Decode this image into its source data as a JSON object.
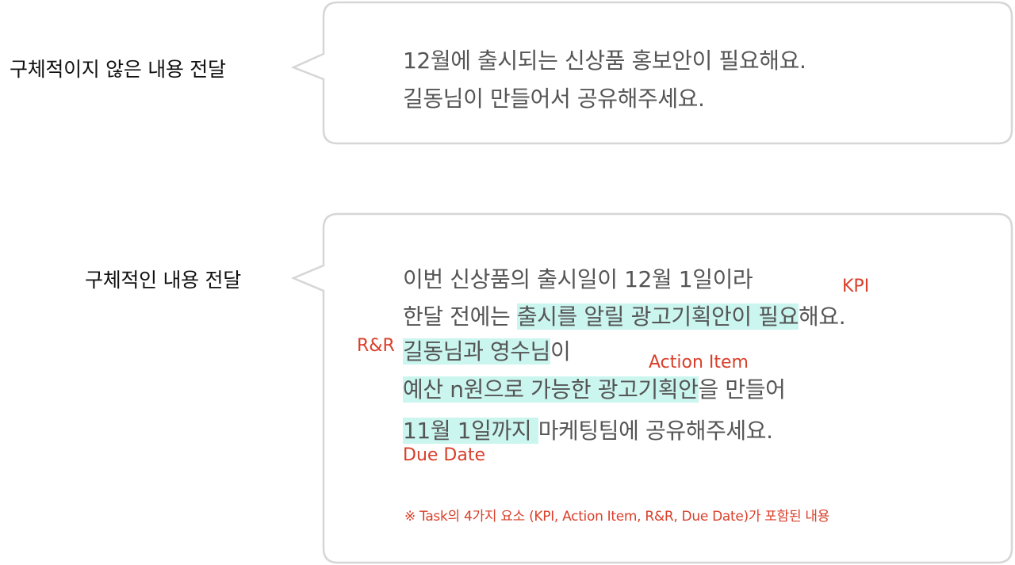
{
  "top": {
    "label": "구체적이지 않은 내용 전달",
    "lines": [
      "12월에 출시되는 신상품 홍보안이 필요해요.",
      "길동님이 만들어서 공유해주세요."
    ]
  },
  "bottom": {
    "label": "구체적인 내용 전달",
    "line1": "이번 신상품의 출시일이 12월 1일이라",
    "line2_pre": "한달 전에는 ",
    "line2_hl": "출시를 알릴 광고기획안이 필요",
    "line2_post": "해요.",
    "line3_hl": "길동님과 영수님",
    "line3_post": "이",
    "line4_hl": "예산 n원으로 가능한 광고기획안",
    "line4_post": "을 만들어",
    "line5_hl": "11월 1일까지 ",
    "line5_post": "마케팅팀에 공유해주세요.",
    "tags": {
      "kpi": "KPI",
      "rr": "R&R",
      "action": "Action Item",
      "due": "Due Date"
    },
    "note": "※ Task의 4가지 요소 (KPI, Action Item, R&R, Due Date)가 포함된 내용"
  },
  "colors": {
    "highlight": "#cbf5ef",
    "tag": "#d9402b",
    "bubble_border": "#d6d6d6"
  }
}
